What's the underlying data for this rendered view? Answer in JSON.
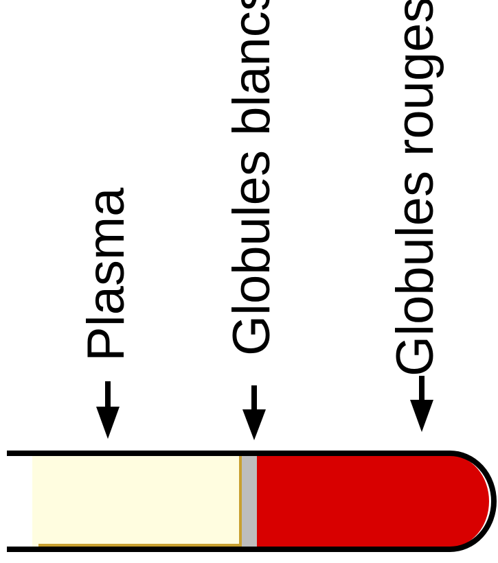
{
  "layers": [
    {
      "id": "plasma",
      "label": "Plasma",
      "color": "#FFFDE0"
    },
    {
      "id": "white-cells",
      "label": "Globules blancs",
      "color": "#BDBDBD"
    },
    {
      "id": "red-cells",
      "label": "Globules rouges",
      "color": "#D80000"
    }
  ],
  "colors": {
    "outline": "#000000",
    "plasma_meniscus": "#C8A030"
  }
}
